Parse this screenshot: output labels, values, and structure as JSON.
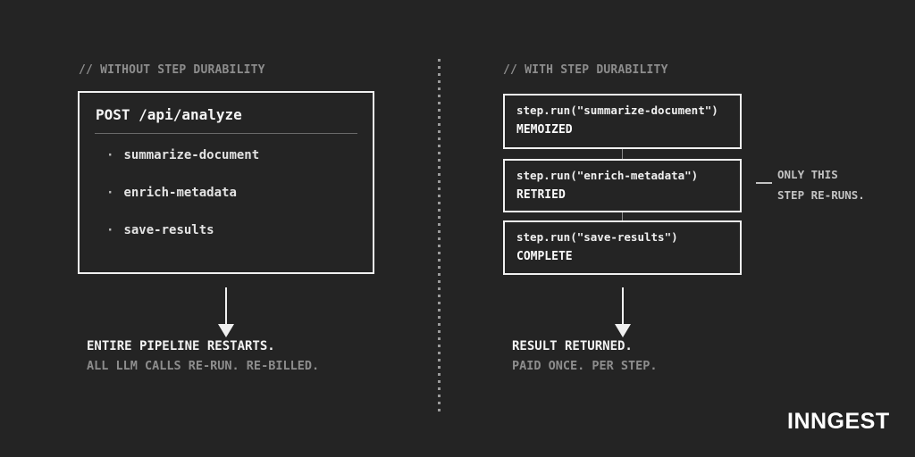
{
  "colors": {
    "background": "#242424",
    "box_border": "#f0f0f0",
    "text_primary": "#f2f2f2",
    "text_secondary": "#8d8d8d",
    "annotation_gray": "#c2c2c2"
  },
  "left_panel": {
    "header": "// WITHOUT STEP DURABILITY",
    "request_box": {
      "title": "POST /api/analyze",
      "bullet": "·",
      "items": [
        "summarize-document",
        "enrich-metadata",
        "save-results"
      ]
    },
    "caption": {
      "line1": "ENTIRE PIPELINE RESTARTS.",
      "line2": "ALL LLM CALLS RE-RUN. RE-BILLED."
    }
  },
  "right_panel": {
    "header": "// WITH STEP DURABILITY",
    "steps": [
      {
        "code": "step.run(\"summarize-document\")",
        "status": "MEMOIZED"
      },
      {
        "code": "step.run(\"enrich-metadata\")",
        "status": "RETRIED"
      },
      {
        "code": "step.run(\"save-results\")",
        "status": "COMPLETE"
      }
    ],
    "annotation": {
      "line1": "ONLY THIS",
      "line2": "STEP RE-RUNS."
    },
    "caption": {
      "line1": "RESULT RETURNED.",
      "line2": "PAID ONCE. PER STEP."
    }
  },
  "footer": {
    "logo": "INNGEST"
  }
}
